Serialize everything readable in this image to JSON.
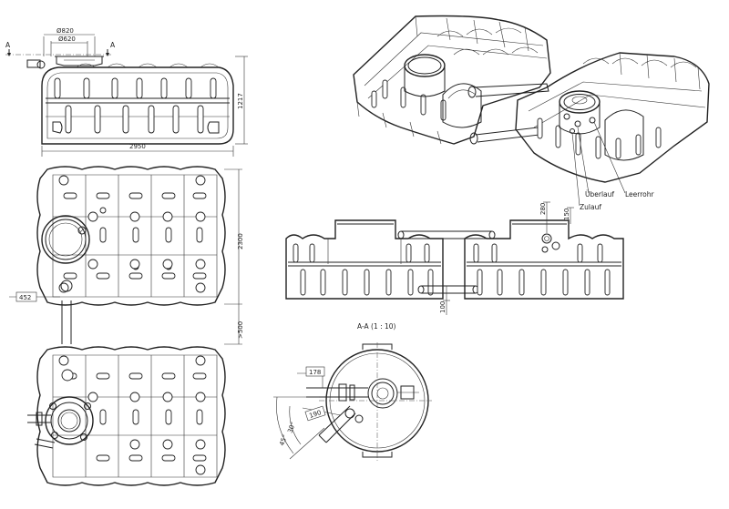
{
  "dimensions": {
    "d_outer": "Ø820",
    "d_inner": "Ø620",
    "height": "1217",
    "length": "2950",
    "width": "2300",
    "spacing": ">500",
    "offset_left": "452",
    "overflow_height": "280",
    "inlet_height": "150",
    "pipe_height": "100",
    "radius_178": "178",
    "radius_190": "190",
    "angle_30": "30°",
    "angle_45": "45°"
  },
  "section_marks": {
    "left": "A",
    "right": "A"
  },
  "section_title": "A-A (1 : 10)",
  "labels": {
    "ueberlauf": "Überlauf",
    "zulauf": "Zulauf",
    "leerrohr": "Leerrohr"
  }
}
